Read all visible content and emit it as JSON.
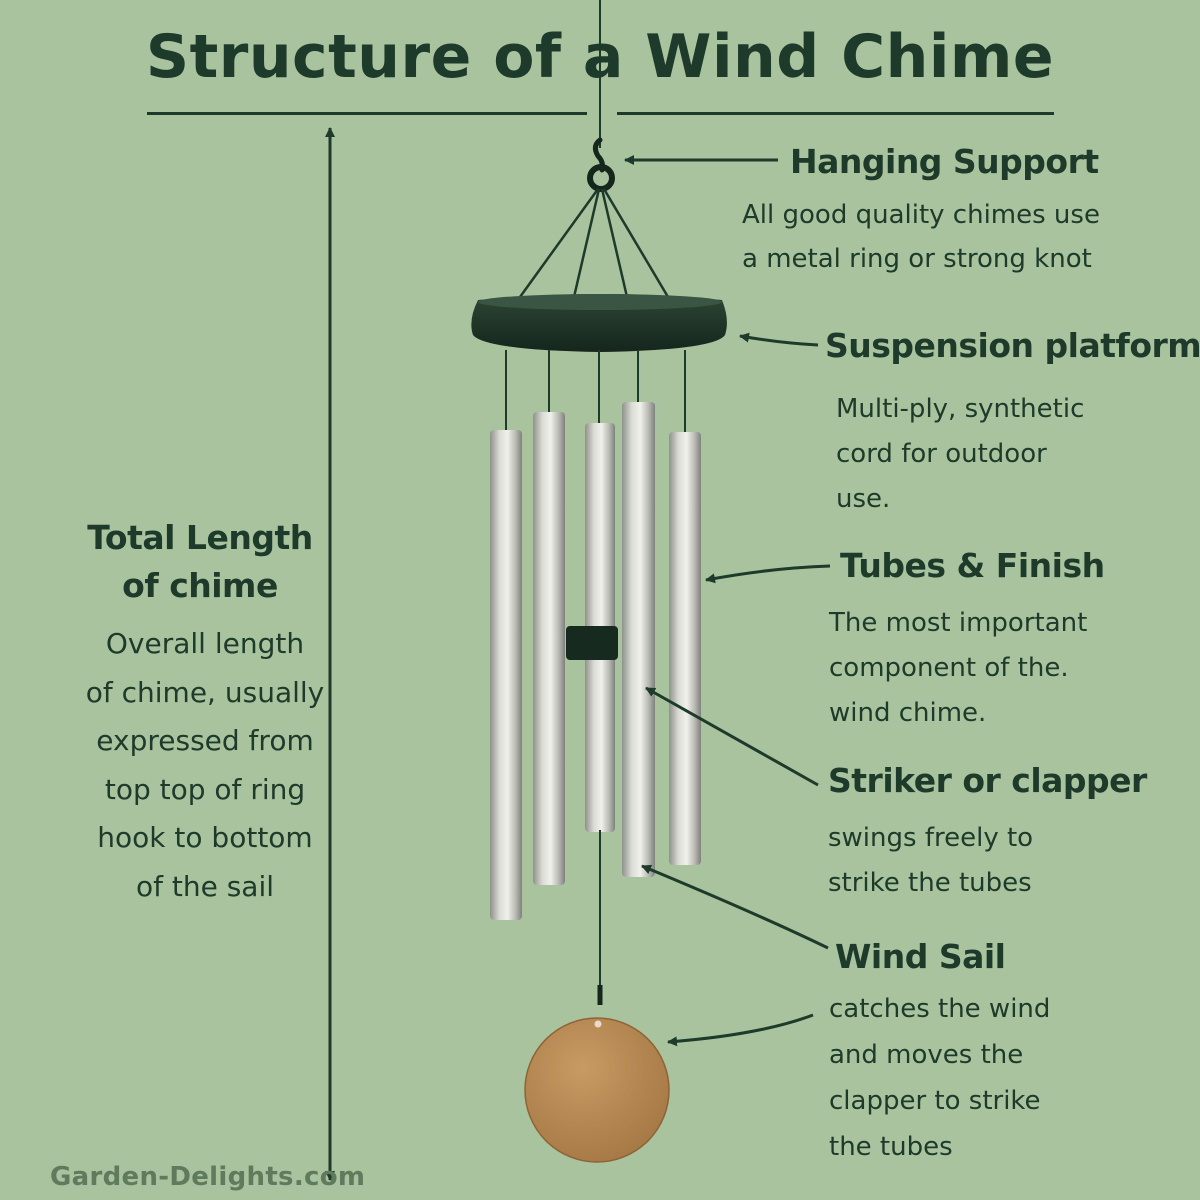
{
  "title": "Structure of a Wind Chime",
  "components": [
    {
      "id": "hanging-support",
      "label": "Hanging Support",
      "desc_lines": [
        "All good quality chimes use",
        "a metal ring or strong knot"
      ]
    },
    {
      "id": "suspension-platform",
      "label": "Suspension platform",
      "desc_lines": [
        "Multi-ply, synthetic",
        "cord for outdoor",
        "use."
      ]
    },
    {
      "id": "tubes-finish",
      "label": "Tubes & Finish",
      "desc_lines": [
        "The most important",
        "component of the.",
        "wind chime."
      ]
    },
    {
      "id": "striker",
      "label": "Striker or clapper",
      "desc_lines": [
        "swings freely to",
        "strike the tubes"
      ]
    },
    {
      "id": "wind-sail",
      "label": "Wind Sail",
      "desc_lines": [
        "catches the wind",
        "and moves the",
        "clapper to strike",
        "the tubes"
      ]
    }
  ],
  "total_length": {
    "heading_lines": [
      "Total Length",
      "of chime"
    ],
    "desc_lines": [
      "Overall length",
      "of chime, usually",
      "expressed from",
      "top top of ring",
      "hook to bottom",
      "of the sail"
    ]
  },
  "footer": "Garden-Delights.com",
  "colors": {
    "background": "#a8c39e",
    "text": "#1d3a2a",
    "platform": "#243d2e",
    "tube": "#c8c8c2",
    "sail": "#b98a55"
  }
}
